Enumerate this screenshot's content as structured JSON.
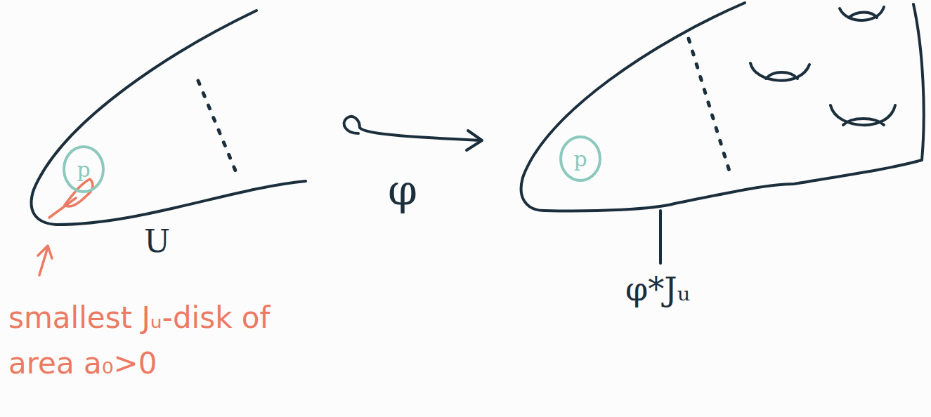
{
  "diagram": {
    "nodes": [
      {
        "text": [
          "p"
        ]
      },
      {
        "text": [
          "p"
        ]
      }
    ],
    "labels": [
      "U",
      "φ",
      "smallest Jᵤ-disk of area a₀>0",
      "φ*Jᵤ"
    ]
  }
}
